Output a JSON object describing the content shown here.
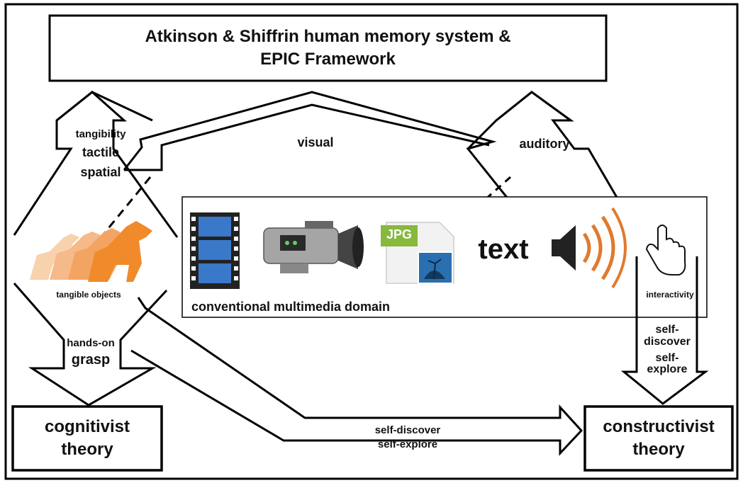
{
  "top_box": {
    "line1": "Atkinson & Shiffrin human memory system &",
    "line2": "EPIC Framework"
  },
  "left_arrow_labels": {
    "tangibility": "tangibility",
    "tactile": "tactile",
    "spatial": "spatial"
  },
  "visual_label": "visual",
  "auditory_label": "auditory",
  "tangible_objects_label": "tangible objects",
  "multimedia": {
    "domain_label": "conventional multimedia domain",
    "jpg_label": "JPG",
    "text_label": "text",
    "interactivity_label": "interactivity"
  },
  "hands_on": {
    "line1": "hands-on",
    "line2": "grasp"
  },
  "right_down_labels": {
    "line1": "self-",
    "line2": "discover",
    "line3": "self-",
    "line4": "explore"
  },
  "bottom_arrow_labels": {
    "line1": "self-discover",
    "line2": "self-explore"
  },
  "cognitivist_box": {
    "line1": "cognitivist",
    "line2": "theory"
  },
  "constructivist_box": {
    "line1": "constructivist",
    "line2": "theory"
  },
  "colors": {
    "orange": "#f08a2a",
    "light_orange": "#f7c79a",
    "film_blue": "#3a78c9",
    "camera_gray": "#9a9a9a"
  }
}
